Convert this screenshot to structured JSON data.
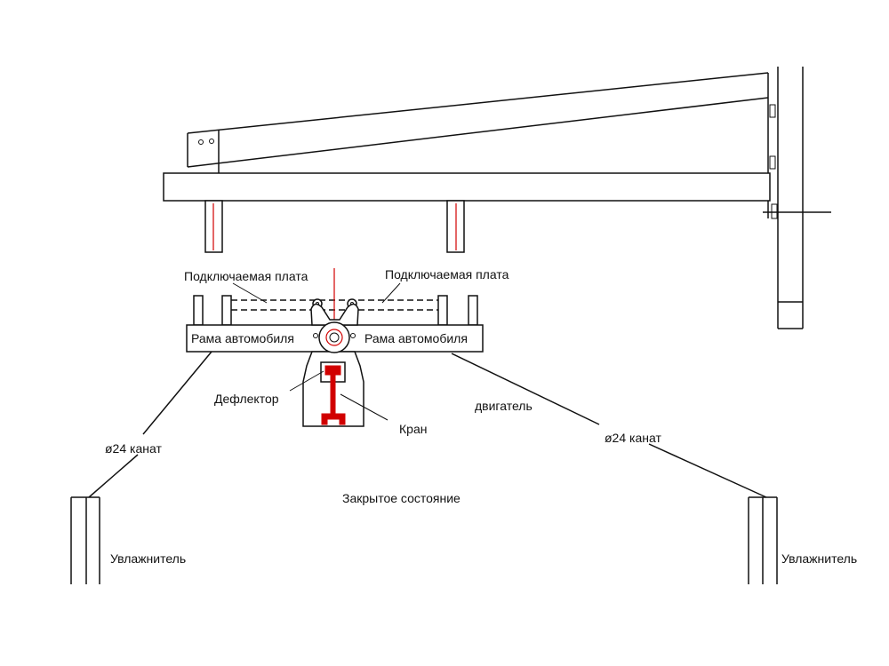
{
  "labels": {
    "plate_left": "Подключаемая плата",
    "plate_right": "Подключаемая плата",
    "frame_left": "Рама автомобиля",
    "frame_right": "Рама автомобиля",
    "deflector": "Дефлектор",
    "crane": "Кран",
    "engine": "двигатель",
    "rope_left": "ø24 канат",
    "rope_right": "ø24 канат",
    "state": "Закрытое состояние",
    "damper_left": "Увлажнитель",
    "damper_right": "Увлажнитель"
  },
  "colors": {
    "line": "#111111",
    "accent": "#d10000",
    "background": "#ffffff"
  }
}
